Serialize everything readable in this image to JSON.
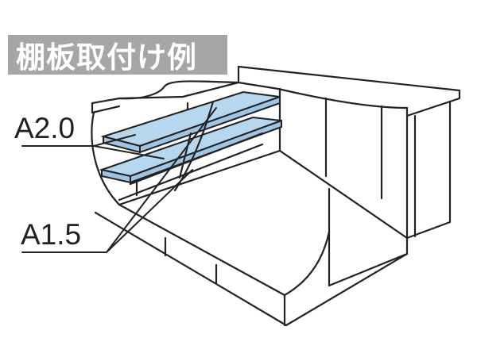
{
  "title": "棚板取付け例",
  "shelves": {
    "upper": {
      "label": "A2.0"
    },
    "lower": {
      "label": "A1.5"
    }
  },
  "colors": {
    "shelf_fill": "#b7d7ee",
    "title_bg": "#a6a6a6",
    "line": "#222222"
  }
}
